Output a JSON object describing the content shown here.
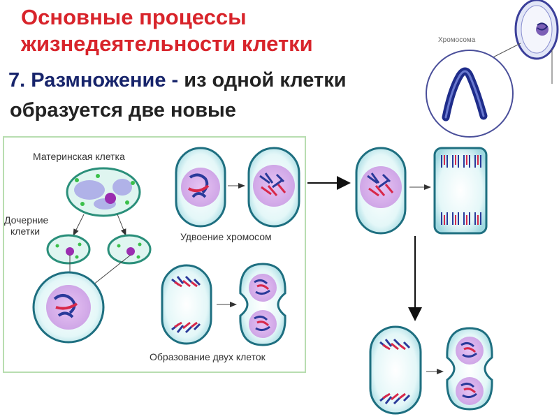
{
  "header": {
    "title_line1": "Основные процессы",
    "title_line2": "жизнедеятельности клетки",
    "section_num": "7. Размножение -",
    "section_rest": " из одной клетки",
    "section_line2": "образуется две новые"
  },
  "labels": {
    "chromosome": "Хромосома",
    "mother_cell": "Материнская клетка",
    "daughter_1": "Дочерние",
    "daughter_2": "клетки",
    "doubling": "Удвоение хромосом",
    "two_cells": "Образование двух клеток"
  },
  "colors": {
    "title_red": "#d8242b",
    "section_blue": "#17246b",
    "cell_fill": "#c8ecf0",
    "cell_stroke": "#2a7f8f",
    "nucleus": "#d8a8e8",
    "chrom_blue": "#2a3a9a",
    "chrom_red": "#d8284a"
  }
}
